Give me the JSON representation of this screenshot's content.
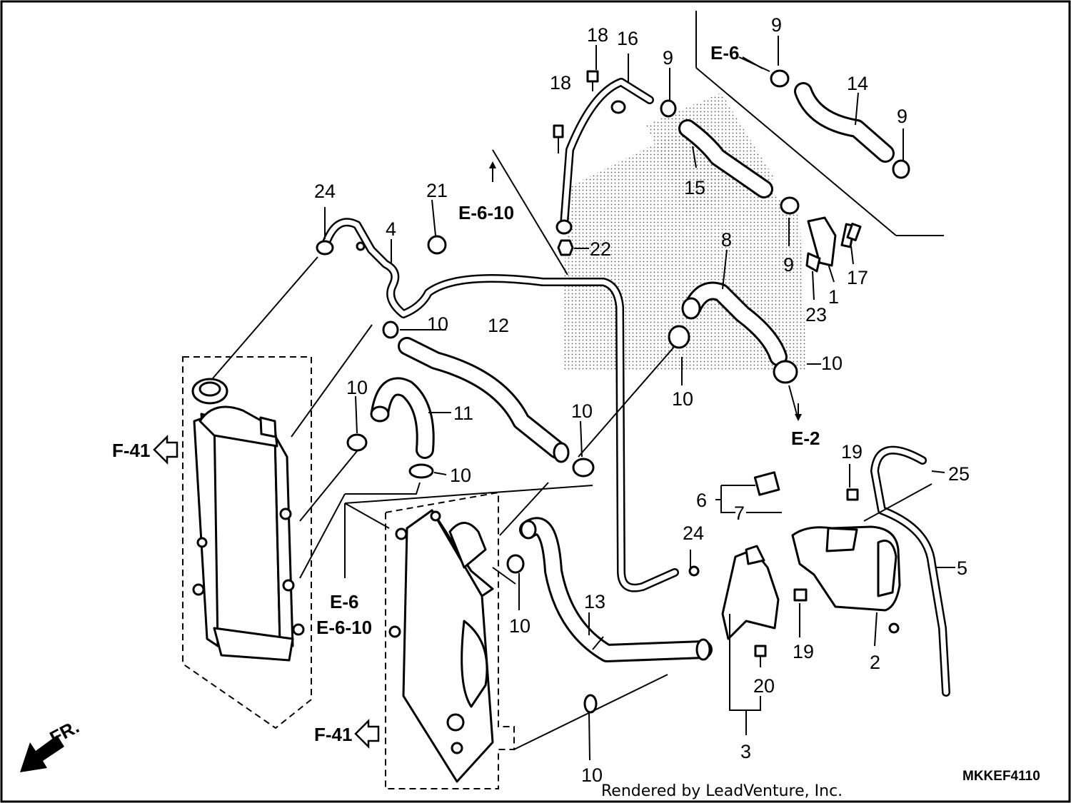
{
  "diagram": {
    "part_labels": {
      "p1": "1",
      "p2": "2",
      "p3": "3",
      "p4": "4",
      "p5": "5",
      "p6": "6",
      "p7": "7",
      "p8": "8",
      "p9a": "9",
      "p9b": "9",
      "p9c": "9",
      "p9d": "9",
      "p10a": "10",
      "p10b": "10",
      "p10c": "10",
      "p10d": "10",
      "p10e": "10",
      "p10f": "10",
      "p10g": "10",
      "p10h": "10",
      "p11": "11",
      "p12": "12",
      "p13": "13",
      "p14": "14",
      "p15": "15",
      "p16": "16",
      "p17": "17",
      "p18a": "18",
      "p18b": "18",
      "p19a": "19",
      "p19b": "19",
      "p20": "20",
      "p21": "21",
      "p22": "22",
      "p23": "23",
      "p24a": "24",
      "p24b": "24",
      "p25": "25"
    },
    "refs": {
      "e6_top": "E-6",
      "e6_10_top": "E-6-10",
      "e2": "E-2",
      "e6_mid": "E-6",
      "e6_10_mid": "E-6-10",
      "f41_upper": "F-41",
      "f41_lower": "F-41"
    },
    "front_marker": "FR.",
    "diagram_code": "MKKEF4110",
    "credit": "Rendered by LeadVenture, Inc."
  }
}
